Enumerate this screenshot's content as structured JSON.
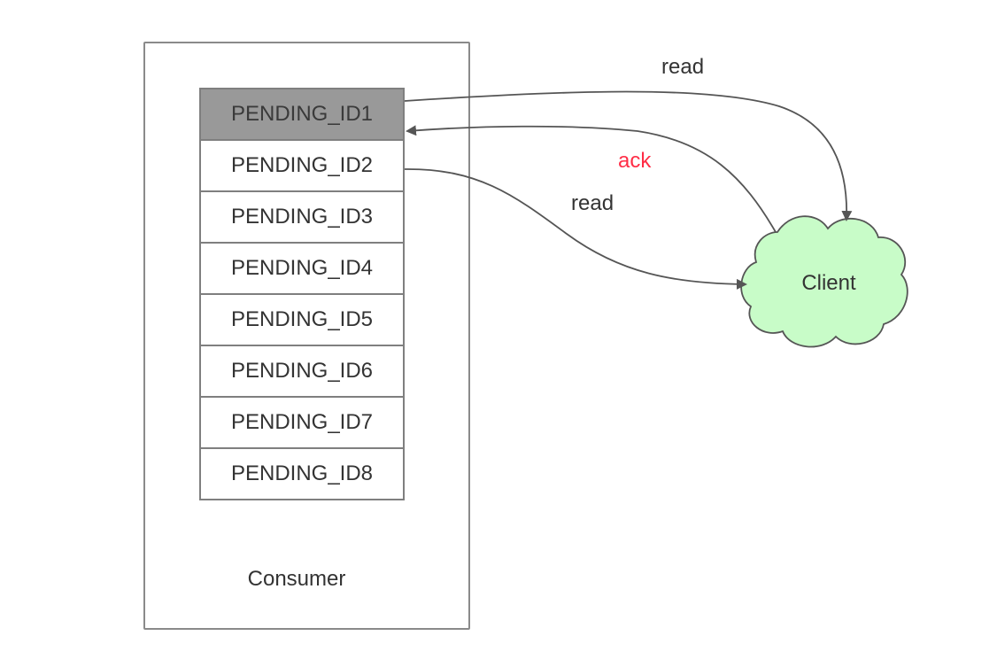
{
  "consumer": {
    "label": "Consumer",
    "pending_ids": [
      {
        "label": "PENDING_ID1",
        "highlighted": true
      },
      {
        "label": "PENDING_ID2",
        "highlighted": false
      },
      {
        "label": "PENDING_ID3",
        "highlighted": false
      },
      {
        "label": "PENDING_ID4",
        "highlighted": false
      },
      {
        "label": "PENDING_ID5",
        "highlighted": false
      },
      {
        "label": "PENDING_ID6",
        "highlighted": false
      },
      {
        "label": "PENDING_ID7",
        "highlighted": false
      },
      {
        "label": "PENDING_ID8",
        "highlighted": false
      }
    ]
  },
  "client": {
    "label": "Client",
    "color": "#c8fcc8"
  },
  "edges": {
    "read_top": "read",
    "ack": "ack",
    "read_bottom": "read"
  },
  "colors": {
    "highlight": "#999999",
    "ack": "#ff2d46",
    "line": "#555555"
  }
}
